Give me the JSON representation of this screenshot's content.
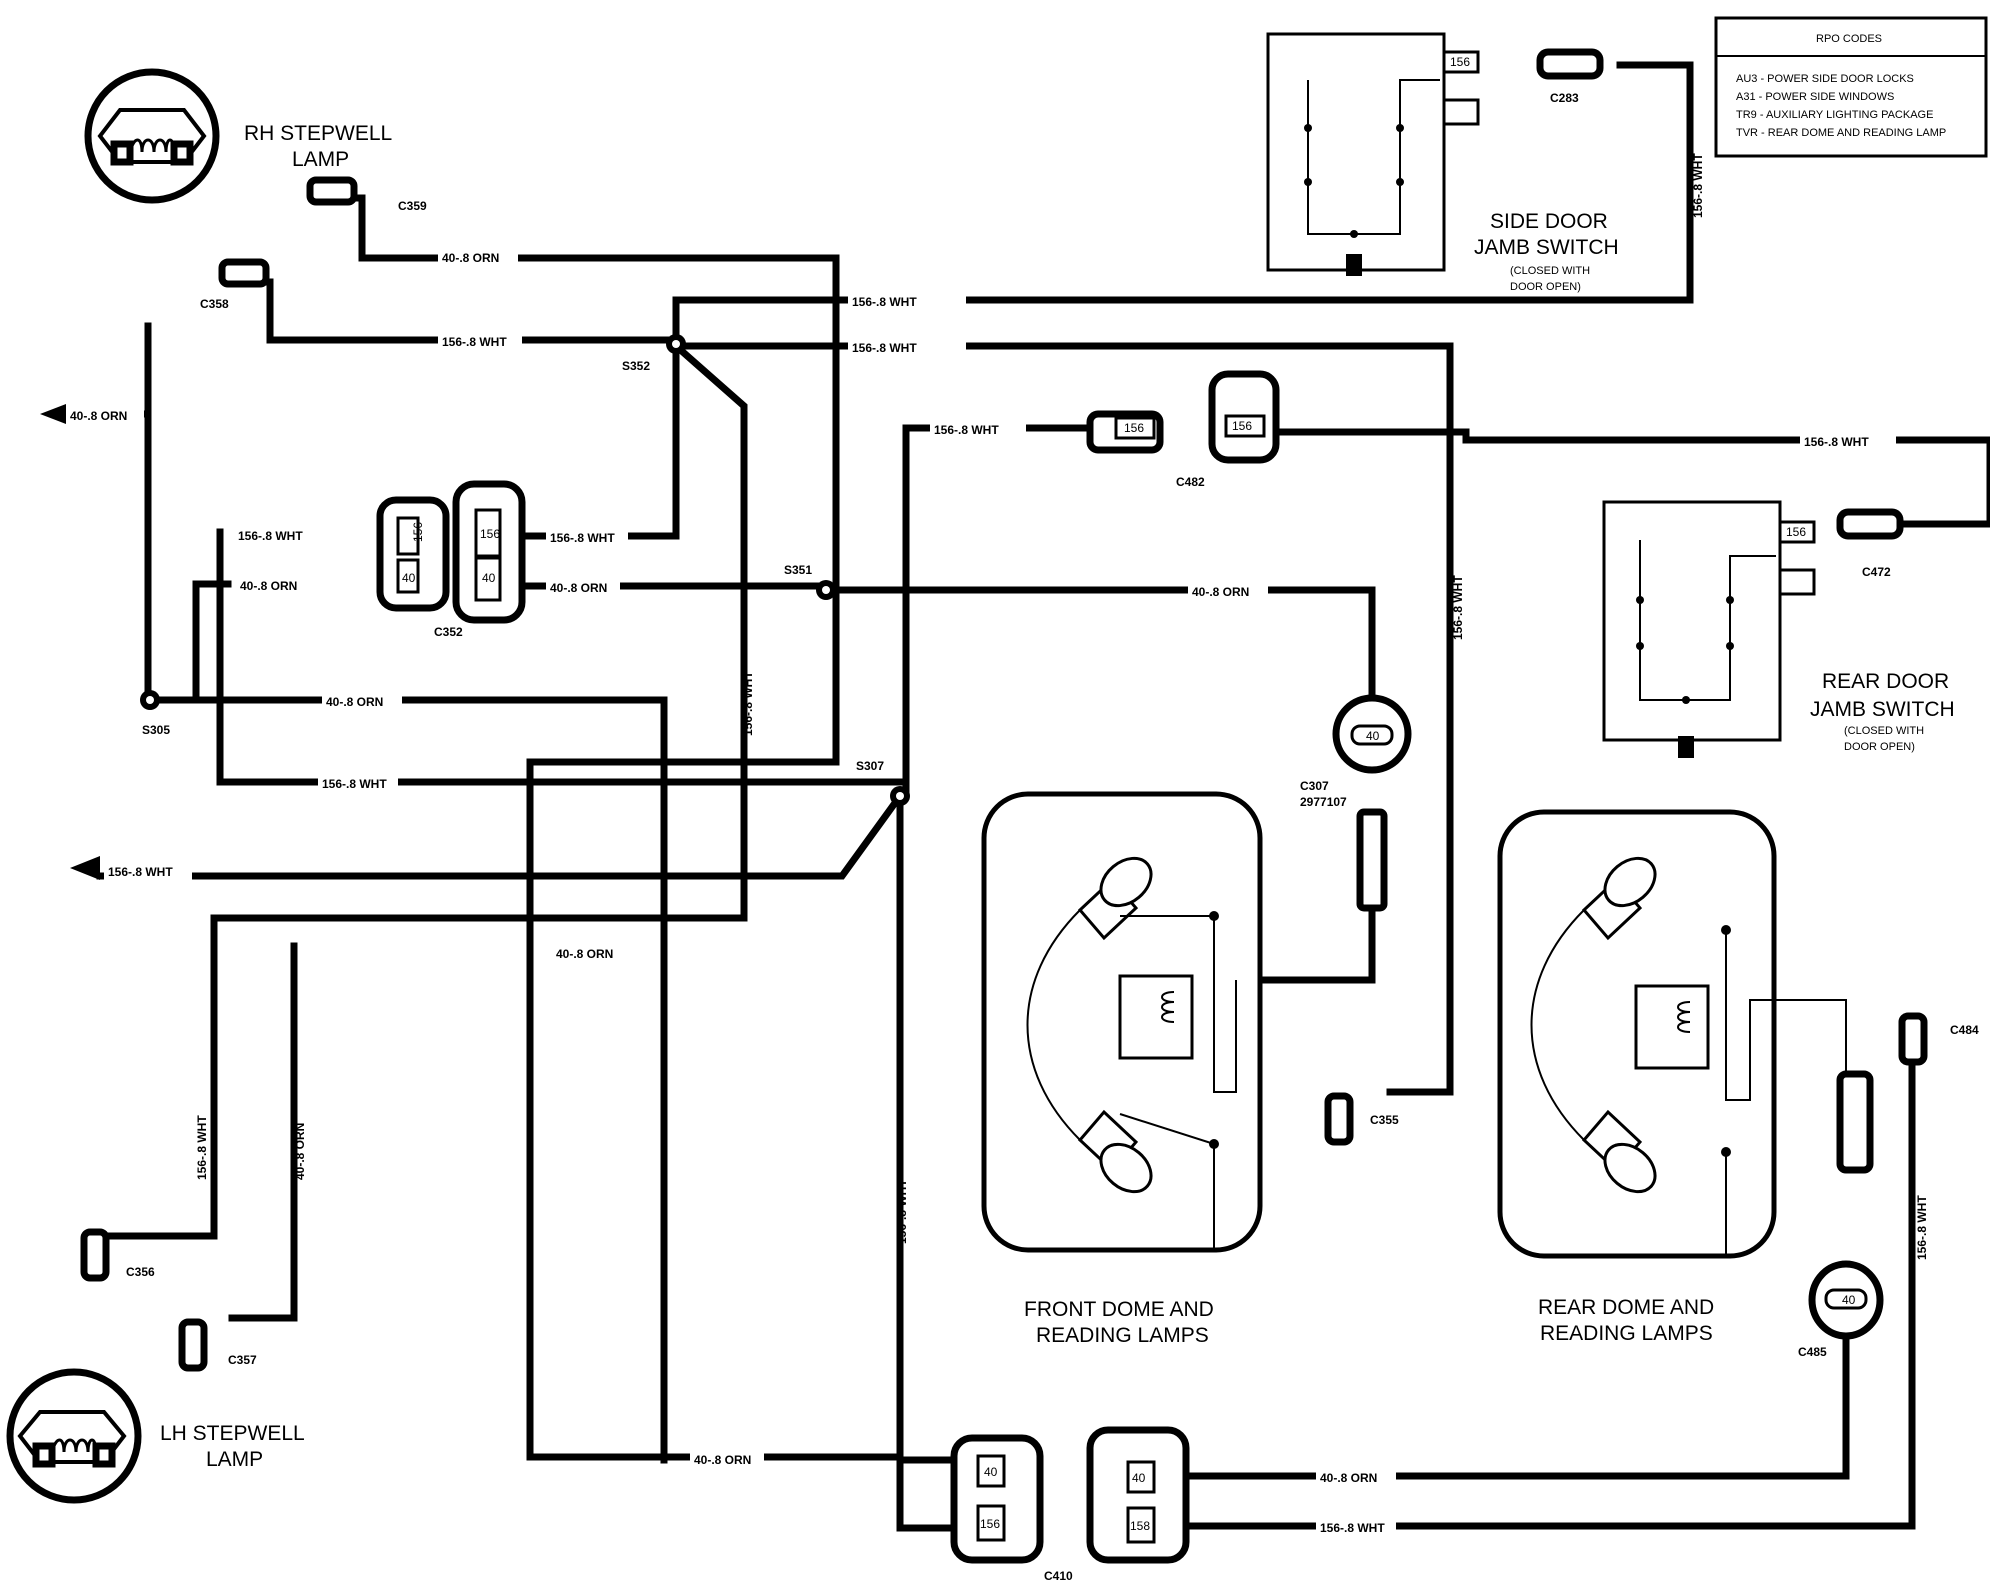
{
  "titles": {
    "rh_stepwell": [
      "RH STEPWELL",
      "LAMP"
    ],
    "lh_stepwell": [
      "LH STEPWELL",
      "LAMP"
    ],
    "side_door": [
      "SIDE DOOR",
      "JAMB SWITCH"
    ],
    "side_door_note": [
      "(CLOSED WITH",
      "DOOR OPEN)"
    ],
    "rear_door": [
      "REAR DOOR",
      "JAMB SWITCH"
    ],
    "rear_door_note": [
      "(CLOSED WITH",
      "DOOR OPEN)"
    ],
    "front_dome": [
      "FRONT DOME AND",
      "READING LAMPS"
    ],
    "rear_dome": [
      "REAR DOME AND",
      "READING LAMPS"
    ]
  },
  "rpo": {
    "heading": "RPO CODES",
    "lines": [
      "AU3 - POWER SIDE DOOR LOCKS",
      "A31 - POWER SIDE WINDOWS",
      "TR9 - AUXILIARY LIGHTING PACKAGE",
      "TVR - REAR DOME AND READING LAMP"
    ]
  },
  "connectors": {
    "c359": "C359",
    "c358": "C358",
    "s352": "S352",
    "s351": "S351",
    "s307": "S307",
    "s305": "S305",
    "c352": "C352",
    "c482": "C482",
    "c283": "C283",
    "c472": "C472",
    "c307": "C307",
    "c307_part": "2977107",
    "c355": "C355",
    "c356": "C356",
    "c357": "C357",
    "c410": "C410",
    "c484": "C484",
    "c485": "C485"
  },
  "pins": {
    "p156": "156",
    "p40": "40",
    "p156_alt": "158"
  },
  "wires": {
    "orn_a": "40-.8 ORN",
    "orn_b": "40-.8 ORN",
    "orn_c": "40-.8 ORN",
    "orn_d": "40-.8 ORN",
    "orn_e": "40-.8 ORN",
    "orn_f": "40-.8 ORN",
    "orn_g": "40-.8 ORN",
    "orn_h": "40-.8 ORN",
    "orn_v": "40-.8 ORN",
    "wht_a": "156-.8 WHT",
    "wht_b": "156-.8 WHT",
    "wht_c": "156-.8 WHT",
    "wht_d": "156-.8 WHT",
    "wht_e": "156-.8 WHT",
    "wht_f": "156-.8 WHT",
    "wht_g": "156-.8 WHT",
    "wht_h": "156-.8 WHT",
    "wht_i": "156-.8 WHT",
    "wht_j": "156-.8 WHT",
    "wht_k": "156-.8 WHT",
    "wht_l": "156-.8 WHT",
    "wht_m": "156-.8 WHT",
    "wht_n": "156-.8 WHT",
    "wht_o": "156-.8 WHT"
  }
}
